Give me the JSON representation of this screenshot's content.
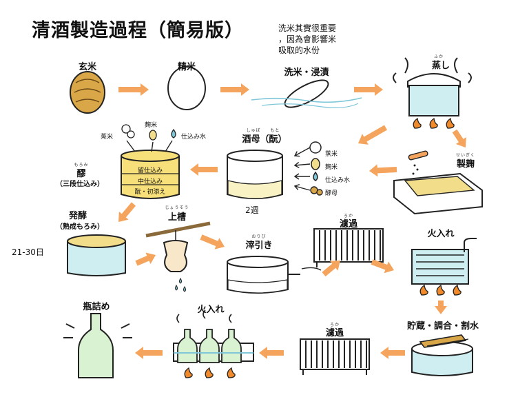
{
  "title": "清酒製造過程（簡易版）",
  "note": "洗米其實很重要\n，因為會影響米\n吸取的水份",
  "annotations": {
    "weeks": "2週",
    "days": "21-30日"
  },
  "steps": {
    "genmai": "玄米",
    "seimai": "精米",
    "senmai": "洗米・浸漬",
    "mushi": "蒸し",
    "mushi_ruby": "ふか",
    "seikiku": "製麹",
    "seikiku_ruby": "せいぎく",
    "shubo": "酒母（酛）",
    "shubo_ruby": "しゅぼ　　もと",
    "moromi": "醪",
    "moromi_ruby": "もろみ",
    "moromi_sub": "（三段仕込み）",
    "hakko": "発酵",
    "hakko_sub": "（熟成もろみ）",
    "joso": "上槽",
    "joso_ruby": "じょうそう",
    "oribiki": "滓引き",
    "oribiki_ruby": "おりび",
    "roka1": "濾過",
    "roka1_ruby": "ろか",
    "hiire1": "火入れ",
    "chozo": "貯蔵・調合・割水",
    "roka2": "濾過",
    "roka2_ruby": "ろか",
    "hiire2": "火入れ",
    "binzume": "瓶詰め"
  },
  "shubo_inputs": [
    "蒸米",
    "麹米",
    "仕込み水",
    "酵母"
  ],
  "moromi_inputs": [
    "蒸米",
    "麹米",
    "仕込み水"
  ],
  "vat_layers": [
    "留仕込み",
    "中仕込み",
    "酛・初添え"
  ],
  "colors": {
    "arrow": "#f4a45c",
    "rice_brown": "#d9a648",
    "water": "#cfeef2",
    "fire": "#f08a2a",
    "moromi": "#f7e07a",
    "sake": "#f8f2c4",
    "bottle": "#d9f2d2"
  }
}
